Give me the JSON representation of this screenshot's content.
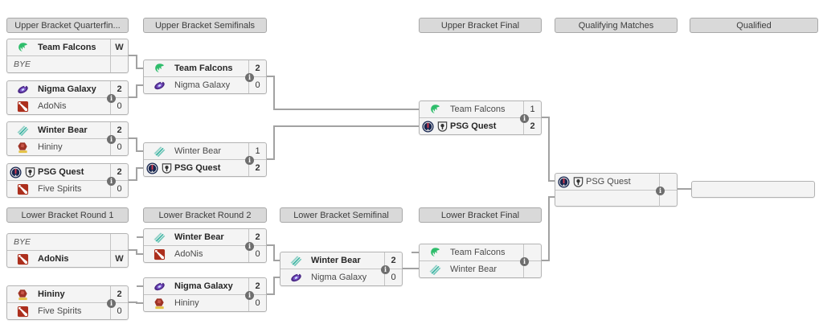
{
  "page": {
    "type": "tournament-bracket"
  },
  "colors": {
    "connector": "#a2a2a2",
    "header_bg": "#d9d9d9",
    "match_bg": "#f4f4f4",
    "winner_text": "#262626",
    "loser_text": "#4a4a4a"
  },
  "headers": {
    "ub_qf": "Upper Bracket Quarterfin...",
    "ub_sf": "Upper Bracket Semifinals",
    "ub_f": "Upper Bracket Final",
    "qual_matches": "Qualifying Matches",
    "qualified": "Qualified",
    "lb_r1": "Lower Bracket Round 1",
    "lb_r2": "Lower Bracket Round 2",
    "lb_sf": "Lower Bracket Semifinal",
    "lb_f": "Lower Bracket Final"
  },
  "icons": {
    "falcon": "team-falcons-icon",
    "nigma": "nigma-galaxy-icon",
    "winterbear": "winter-bear-icon",
    "hininy": "hininy-icon",
    "psg": "psg-icon",
    "quest": "quest-shield-icon",
    "dota": "dota2-default-icon",
    "info": "info-icon"
  },
  "matches": {
    "ubqf1": {
      "top": {
        "name": "Team Falcons",
        "score": "W"
      },
      "bottom": {
        "name": "BYE",
        "score": ""
      }
    },
    "ubqf2": {
      "top": {
        "name": "Nigma Galaxy",
        "score": "2"
      },
      "bottom": {
        "name": "AdoNis",
        "score": "0"
      }
    },
    "ubqf3": {
      "top": {
        "name": "Winter Bear",
        "score": "2"
      },
      "bottom": {
        "name": "Hininy",
        "score": "0"
      }
    },
    "ubqf4": {
      "top": {
        "name": "PSG Quest",
        "score": "2"
      },
      "bottom": {
        "name": "Five Spirits",
        "score": "0"
      }
    },
    "ubsf1": {
      "top": {
        "name": "Team Falcons",
        "score": "2"
      },
      "bottom": {
        "name": "Nigma Galaxy",
        "score": "0"
      }
    },
    "ubsf2": {
      "top": {
        "name": "Winter Bear",
        "score": "1"
      },
      "bottom": {
        "name": "PSG Quest",
        "score": "2"
      }
    },
    "ubf": {
      "top": {
        "name": "Team Falcons",
        "score": "1"
      },
      "bottom": {
        "name": "PSG Quest",
        "score": "2"
      }
    },
    "qm": {
      "top": {
        "name": "PSG Quest",
        "score": ""
      },
      "bottom": {
        "name": "",
        "score": ""
      }
    },
    "qualified": {
      "name": ""
    },
    "lbr1m1": {
      "top": {
        "name": "BYE",
        "score": ""
      },
      "bottom": {
        "name": "AdoNis",
        "score": "W"
      }
    },
    "lbr1m2": {
      "top": {
        "name": "Hininy",
        "score": "2"
      },
      "bottom": {
        "name": "Five Spirits",
        "score": "0"
      }
    },
    "lbr2m1": {
      "top": {
        "name": "Winter Bear",
        "score": "2"
      },
      "bottom": {
        "name": "AdoNis",
        "score": "0"
      }
    },
    "lbr2m2": {
      "top": {
        "name": "Nigma Galaxy",
        "score": "2"
      },
      "bottom": {
        "name": "Hininy",
        "score": "0"
      }
    },
    "lbsf": {
      "top": {
        "name": "Winter Bear",
        "score": "2"
      },
      "bottom": {
        "name": "Nigma Galaxy",
        "score": "0"
      }
    },
    "lbf": {
      "top": {
        "name": "Team Falcons",
        "score": ""
      },
      "bottom": {
        "name": "Winter Bear",
        "score": ""
      }
    }
  },
  "info_label": "i"
}
